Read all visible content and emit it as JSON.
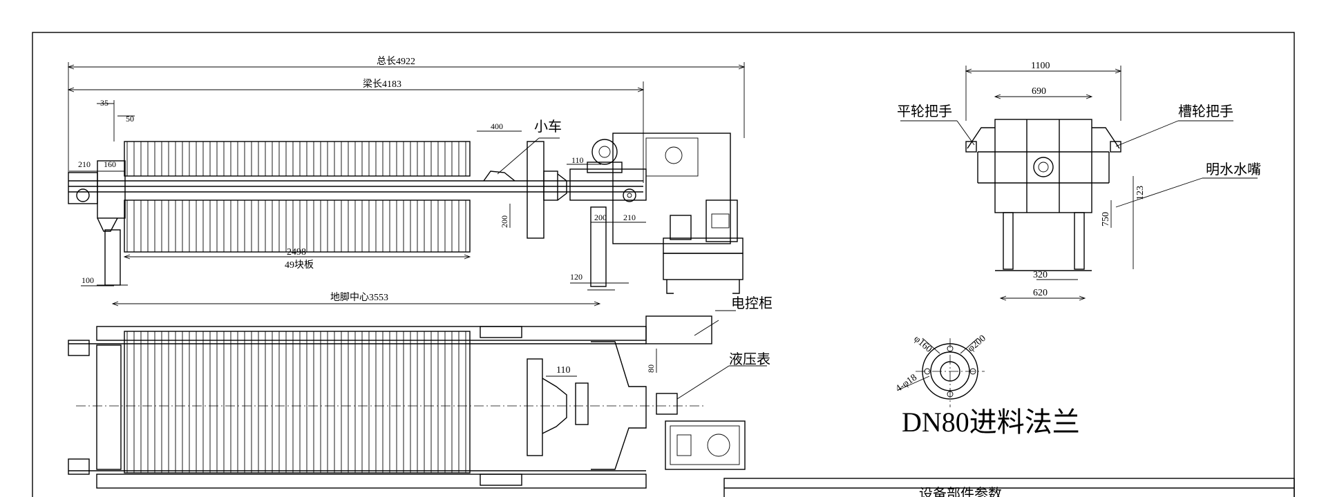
{
  "dimensions": {
    "total_length": "总长4922",
    "beam_length": "梁长4183",
    "d35": "35",
    "d50": "50",
    "d400": "400",
    "d210_left": "210",
    "d160": "160",
    "d110_top": "110",
    "d200_vert": "200",
    "d200_h": "200",
    "d210_right": "210",
    "d2498": "2498",
    "plates": "49块板",
    "d100": "100",
    "d120": "120",
    "foot_center": "地脚中心3553",
    "d80": "80",
    "d110_plan": "110",
    "d1100": "1100",
    "d690": "690",
    "d123": "123",
    "d750": "750",
    "d320": "320",
    "d620": "620",
    "phi160": "φ160",
    "phi200": "φ200",
    "holes": "4-φ18"
  },
  "labels": {
    "cart": "小车",
    "control_cabinet": "电控柜",
    "hydraulic_gauge": "液压表",
    "flat_wheel_handle": "平轮把手",
    "groove_wheel_handle": "槽轮把手",
    "open_water_nozzle": "明水水嘴",
    "flange_title": "DN80进料法兰"
  },
  "title_block": {
    "heading": "设备部件参数"
  },
  "colors": {
    "line": "#000000",
    "background": "#ffffff"
  }
}
